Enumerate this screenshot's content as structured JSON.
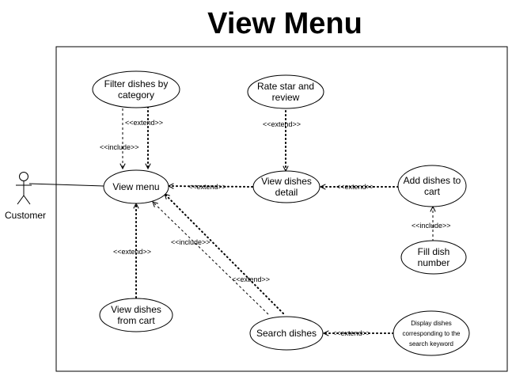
{
  "title": "View Menu",
  "actor": {
    "name": "Customer"
  },
  "use_cases": {
    "filter": [
      "Filter dishes by",
      "category"
    ],
    "rate": [
      "Rate star and",
      "review"
    ],
    "view_menu": [
      "View menu"
    ],
    "view_detail": [
      "View dishes",
      "detail"
    ],
    "add_cart": [
      "Add dishes to",
      "cart"
    ],
    "fill_number": [
      "Fill dish",
      "number"
    ],
    "view_cart": [
      "View dishes",
      "from cart"
    ],
    "search": [
      "Search dishes"
    ],
    "display": [
      "Display dishes",
      "corresponding to the",
      "search keyword"
    ]
  },
  "relations": {
    "include": "<<include>>",
    "extend": "<<extend>>"
  }
}
